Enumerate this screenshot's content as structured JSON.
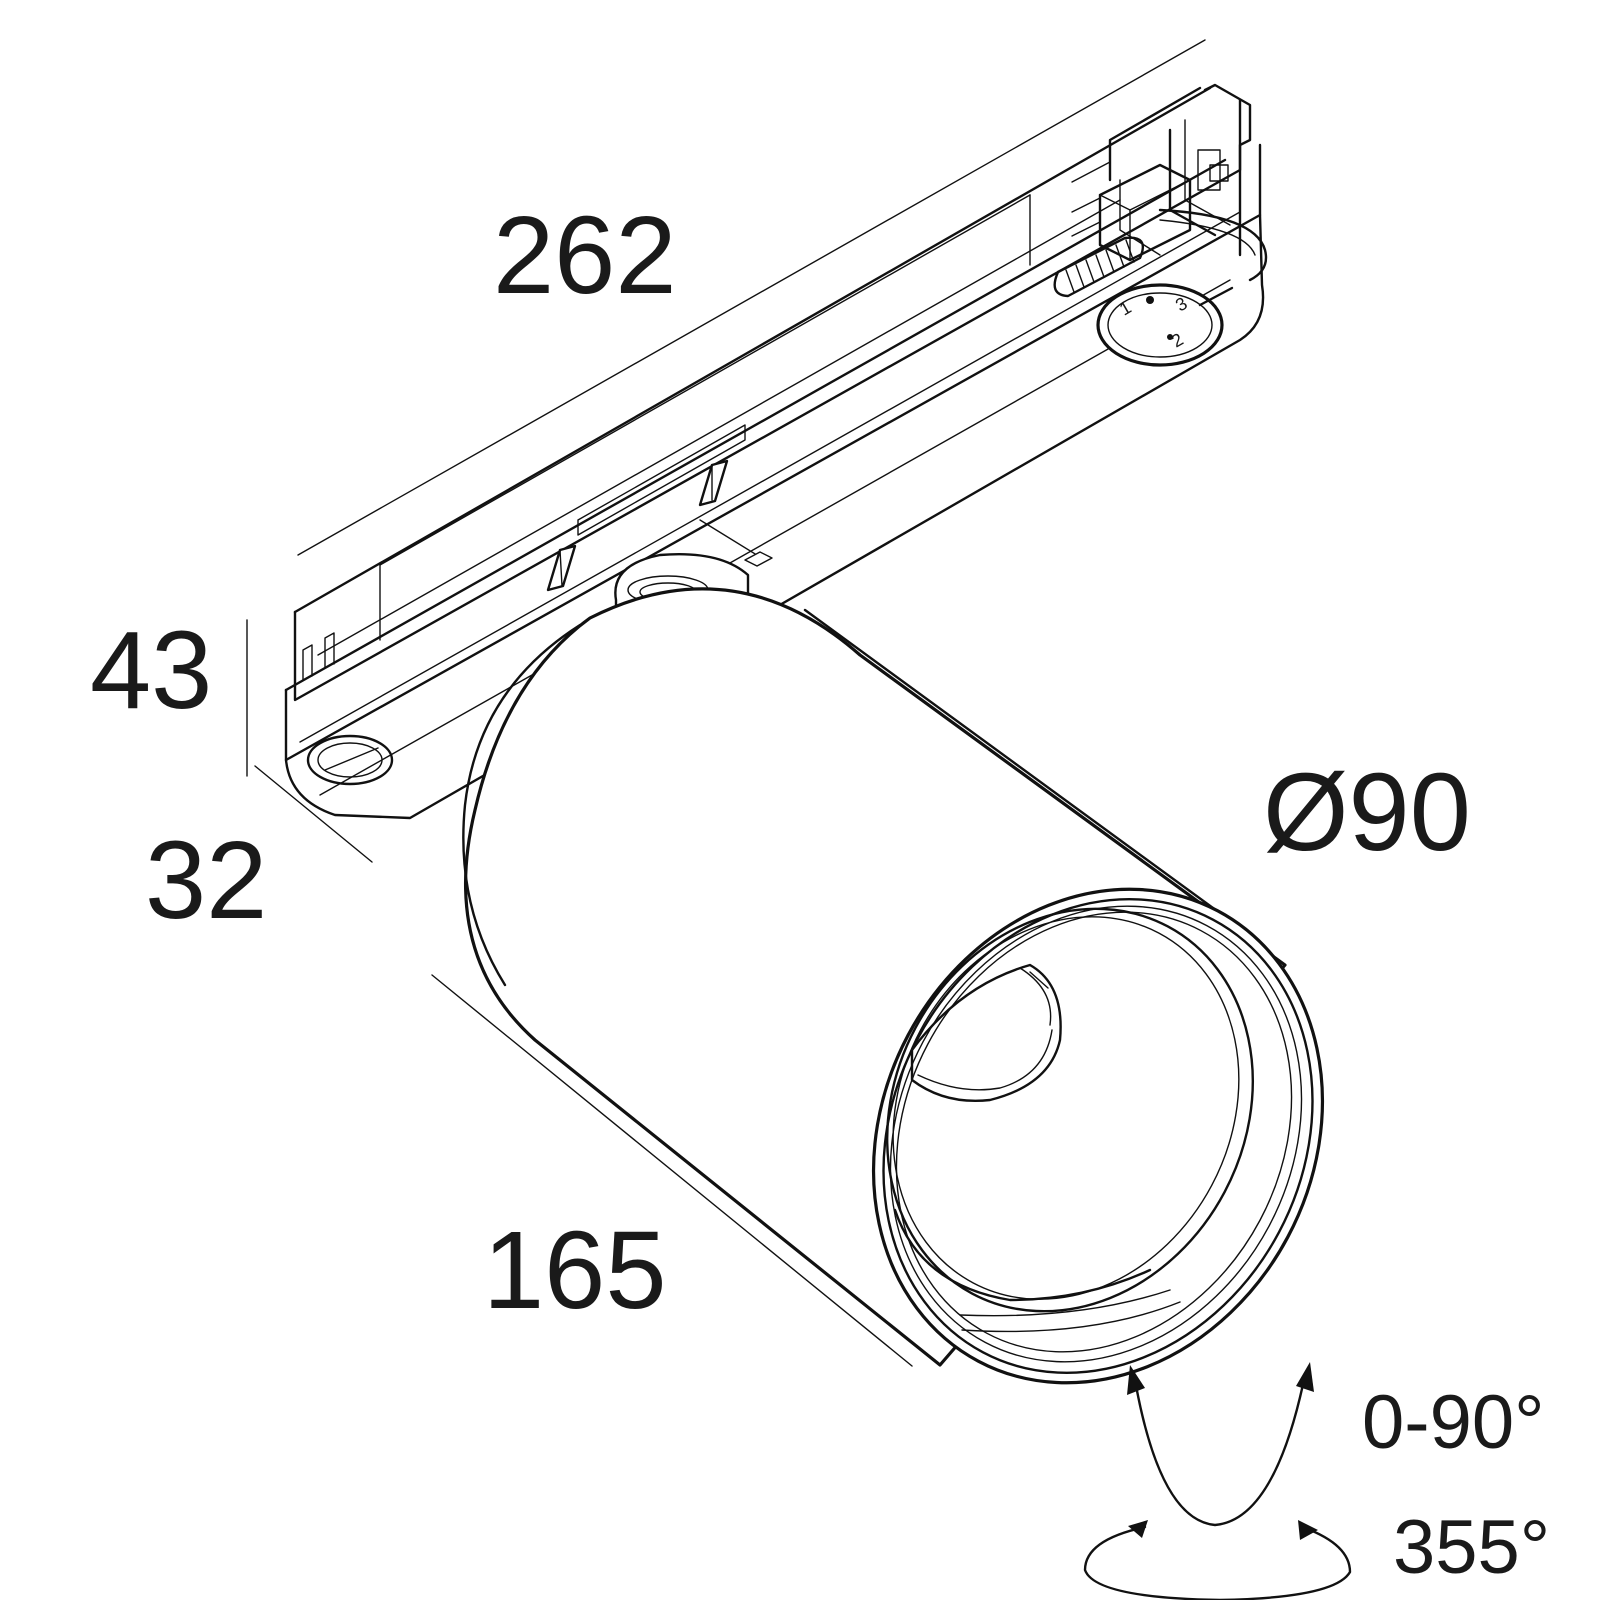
{
  "dimensions": {
    "length_track": "262",
    "height_adapter": "43",
    "width_adapter": "32",
    "diameter": "Ø90",
    "body_length": "165"
  },
  "rotation": {
    "tilt": "0-90°",
    "rotate": "355°"
  },
  "phase_marks": [
    "1",
    "2",
    "3"
  ]
}
